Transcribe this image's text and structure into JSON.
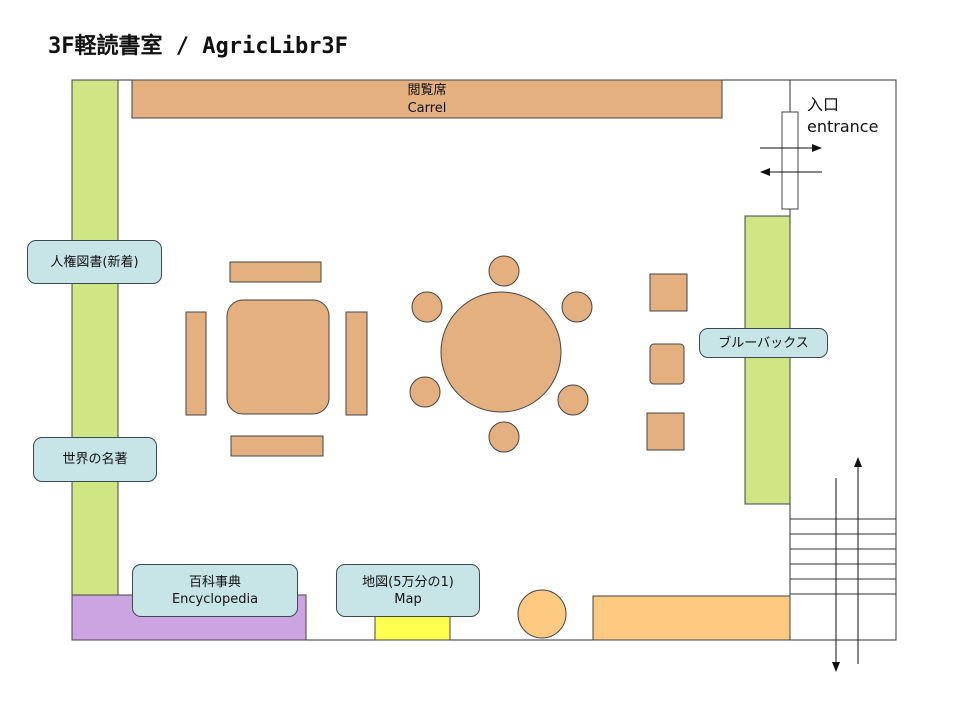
{
  "title": "3F軽読書室 / AgricLibr3F",
  "carrel": {
    "line1": "閲覧席",
    "line2": "Carrel"
  },
  "entrance": {
    "line1": "入口",
    "line2": "entrance"
  },
  "labels": {
    "human_rights": "人権図書(新着)",
    "world_classics": "世界の名著",
    "blue_backs": "ブルーバックス",
    "encyclopedia_ja": "百科事典",
    "encyclopedia_en": "Encyclopedia",
    "map_ja": "地図(5万分の1)",
    "map_en": "Map"
  },
  "colors": {
    "furniture": "#e4b080",
    "shelf_green": "#d0e584",
    "shelf_purple": "#cba4e1",
    "shelf_yellow": "#ffff4f",
    "shelf_orange": "#fec981",
    "label_bg": "#c7e4e6"
  }
}
